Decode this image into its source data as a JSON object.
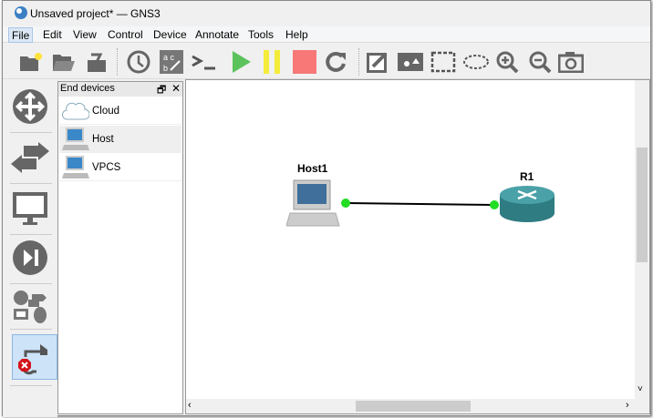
{
  "window": {
    "title": "Unsaved project* — GNS3"
  },
  "menu": [
    {
      "label": "File"
    },
    {
      "label": "Edit"
    },
    {
      "label": "View"
    },
    {
      "label": "Control"
    },
    {
      "label": "Device"
    },
    {
      "label": "Annotate"
    },
    {
      "label": "Tools"
    },
    {
      "label": "Help"
    }
  ],
  "toolbar": {
    "icons": [
      "new-project-icon",
      "open-project-icon",
      "save-project-icon",
      "snapshot-icon",
      "show-interface-labels-icon",
      "console-icon",
      "start-icon",
      "pause-icon",
      "stop-icon",
      "reload-icon",
      "add-note-icon",
      "insert-image-icon",
      "draw-rectangle-icon",
      "draw-ellipse-icon",
      "zoom-in-icon",
      "zoom-out-icon",
      "screenshot-icon"
    ]
  },
  "panel": {
    "title": "End devices",
    "items": [
      {
        "label": "Cloud"
      },
      {
        "label": "Host"
      },
      {
        "label": "VPCS"
      }
    ]
  },
  "topology": {
    "nodes": [
      {
        "name": "Host1",
        "type": "host"
      },
      {
        "name": "R1",
        "type": "router"
      }
    ],
    "links": [
      {
        "from": "Host1",
        "to": "R1",
        "status": "up"
      }
    ]
  },
  "colors": {
    "link_up": "#22dd22",
    "router": "#3a8f96",
    "selected": "#cde3f7"
  }
}
